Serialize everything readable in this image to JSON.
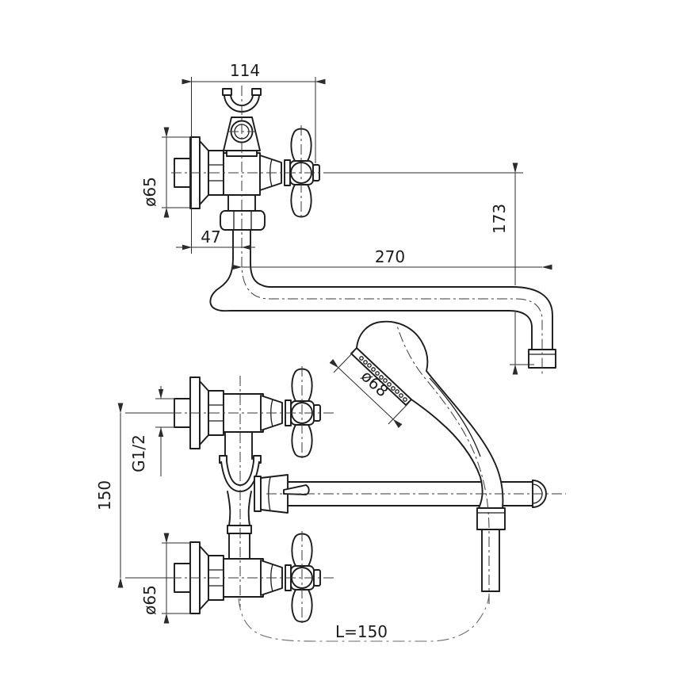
{
  "drawing": {
    "type": "technical-dimension-drawing",
    "subject": "wall-mounted bath shower mixer faucet with hand shower",
    "colors": {
      "ink": "#1c1c1c",
      "dim_lines": "#2b2b2b",
      "background": "#ffffff"
    }
  },
  "labels": {
    "top_view": {
      "width": "114",
      "flange_diameter": "ø65",
      "wall_offset": "47",
      "spout_reach": "270",
      "spout_drop": "173"
    },
    "front_view": {
      "handset_diameter": "ø68",
      "thread_size": "G1/2",
      "valve_spacing": "150",
      "flange_diameter": "ø65",
      "hose_length": "L=150"
    }
  }
}
